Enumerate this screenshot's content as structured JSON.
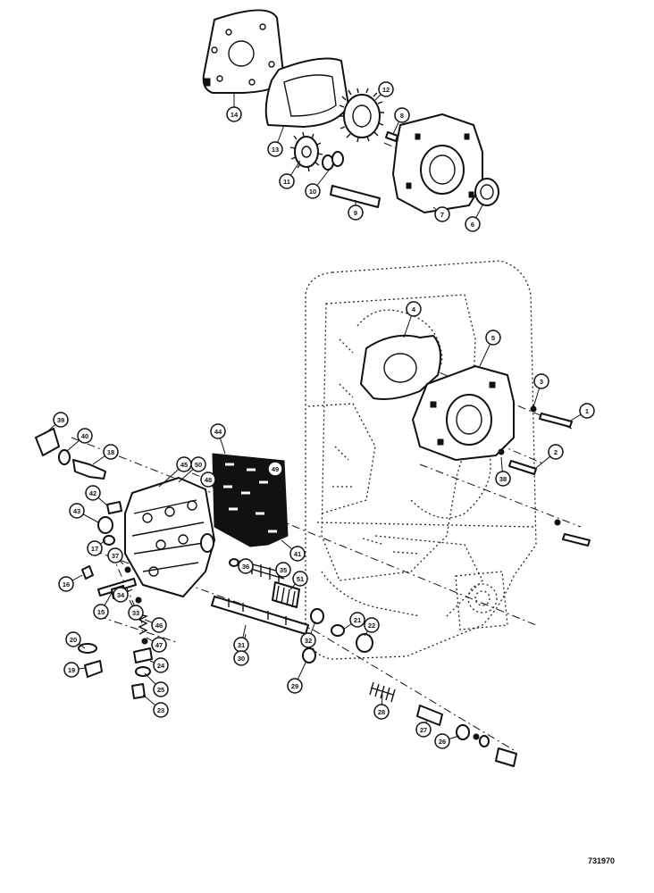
{
  "figure_code": "731970",
  "callouts": [
    "14",
    "13",
    "12",
    "8",
    "11",
    "10",
    "9",
    "7",
    "6",
    "4",
    "5",
    "3",
    "1",
    "2",
    "38",
    "39",
    "40",
    "18",
    "44",
    "45",
    "50",
    "48",
    "49",
    "41",
    "42",
    "43",
    "17",
    "37",
    "36",
    "35",
    "51",
    "16",
    "15",
    "34",
    "33",
    "32",
    "21",
    "22",
    "46",
    "47",
    "20",
    "19",
    "24",
    "25",
    "23",
    "31",
    "30",
    "29",
    "28",
    "27",
    "26"
  ]
}
